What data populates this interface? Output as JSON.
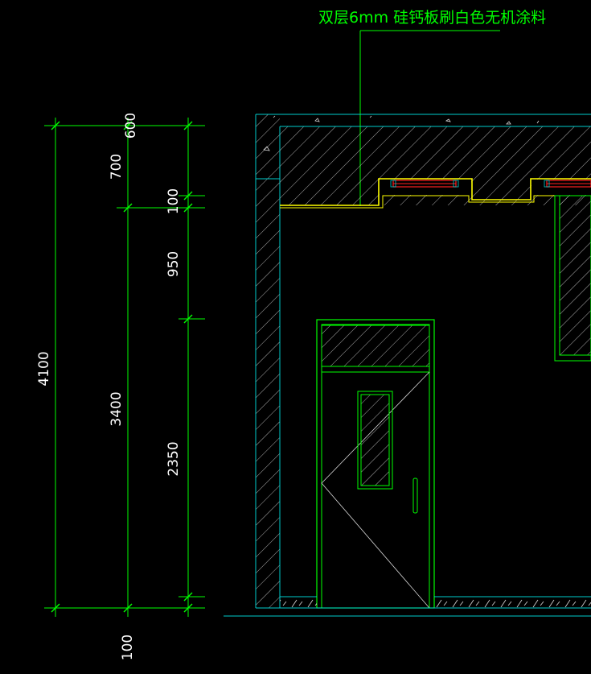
{
  "annotation": {
    "label": "双层6mm   硅钙板刷白色无机涂料"
  },
  "dimensions": {
    "total": "4100",
    "upper": "700",
    "lower": "3400",
    "seg_top": "600",
    "seg_gap": "100",
    "seg_window": "950",
    "seg_door": "2350",
    "seg_bottom": "100"
  },
  "colors": {
    "background": "#000000",
    "dimension_lines": "#00ff00",
    "wall_outline": "#00cccc",
    "hatch": "#e0e0e0",
    "ceiling_trim": "#ffff00",
    "light_fixture": "#ff2020",
    "door_frame": "#00ff00",
    "annotation_text": "#00ff00"
  }
}
